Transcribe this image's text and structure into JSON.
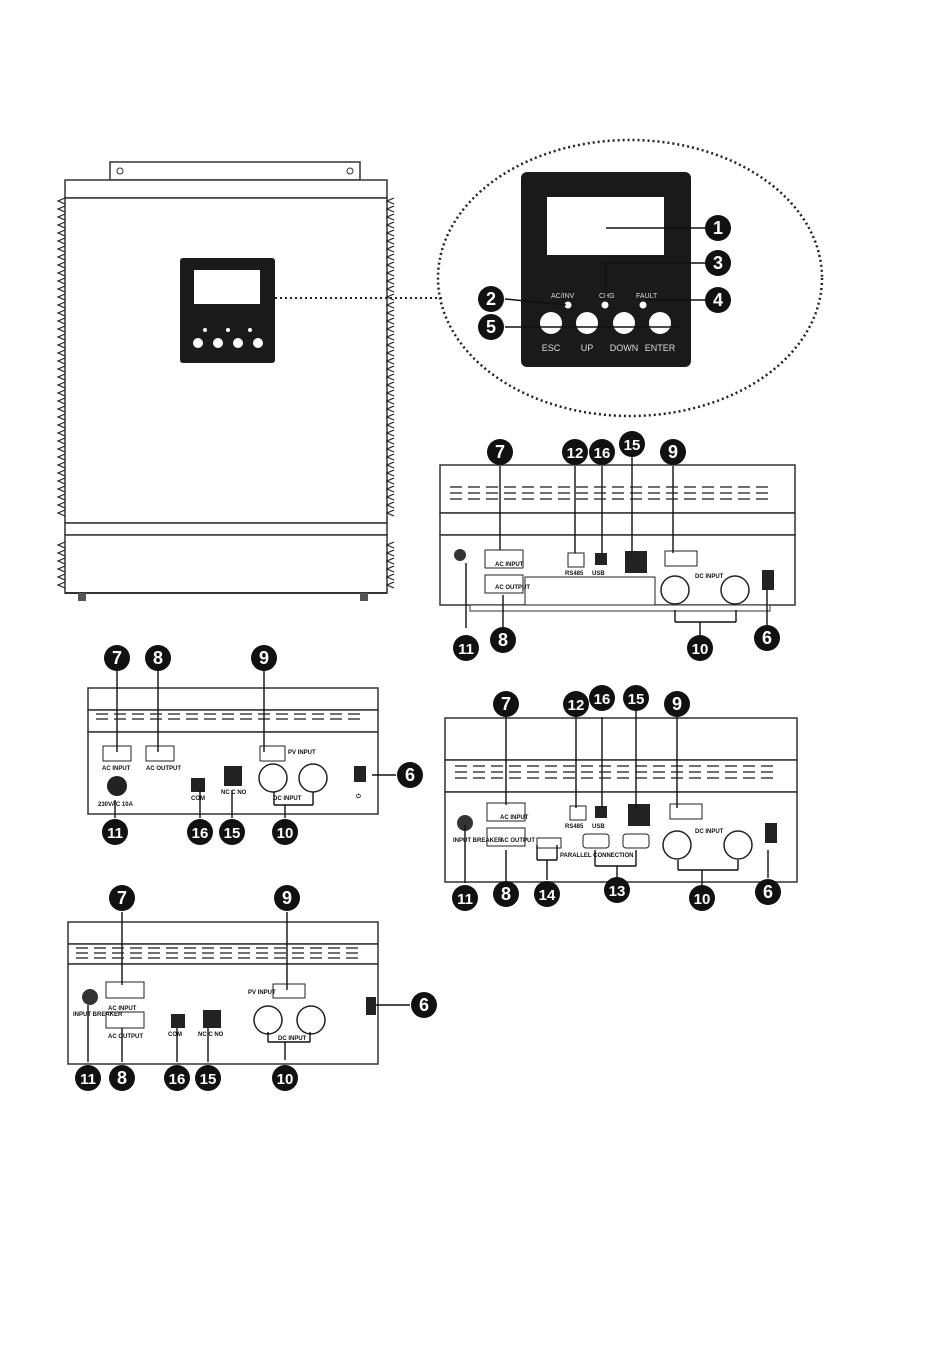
{
  "front_panel": {
    "keys": [
      "ESC",
      "UP",
      "DOWN",
      "ENTER"
    ],
    "leds": [
      "AC/INV",
      "CHG",
      "FAULT"
    ]
  },
  "callouts": [
    "1",
    "2",
    "3",
    "4",
    "5",
    "6",
    "7",
    "8",
    "9",
    "10",
    "11",
    "12",
    "13",
    "14",
    "15",
    "16"
  ],
  "labels": {
    "ac_input": "AC INPUT",
    "ac_output": "AC OUTPUT",
    "dc_input": "DC INPUT",
    "pv_input": "PV INPUT",
    "rs485": "RS485",
    "usb": "USB",
    "com": "COM",
    "nc_c_no": "NC C NO",
    "parallel_connection": "PARALLEL CONNECTION",
    "input_breaker": "INPUT BREAKER",
    "breaker_rating": "230VAC 10A",
    "power_symbol": "⏻"
  }
}
